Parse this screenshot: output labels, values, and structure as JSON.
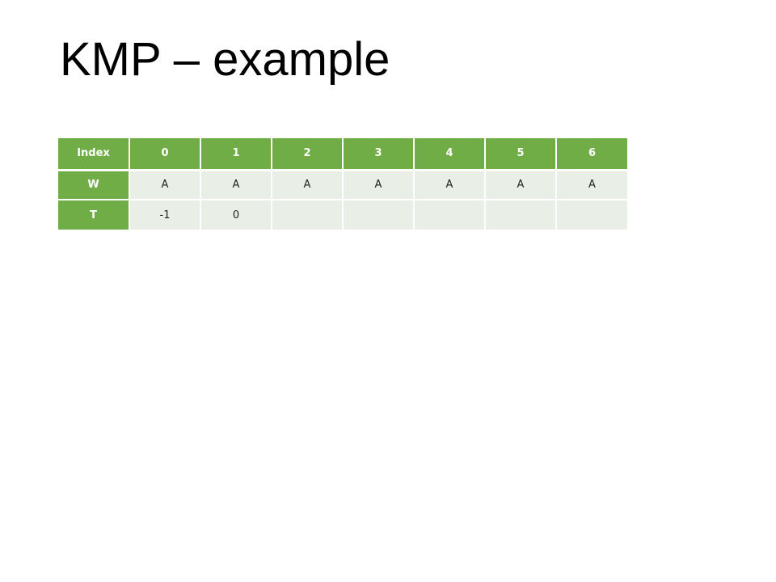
{
  "slide": {
    "title": "KMP – example"
  },
  "table": {
    "header": [
      "Index",
      "0",
      "1",
      "2",
      "3",
      "4",
      "5",
      "6"
    ],
    "rows": [
      {
        "label": "W",
        "cells": [
          "A",
          "A",
          "A",
          "A",
          "A",
          "A",
          "A"
        ]
      },
      {
        "label": "T",
        "cells": [
          "-1",
          "0",
          "",
          "",
          "",
          "",
          ""
        ]
      }
    ]
  },
  "colors": {
    "header_green": "#70ad47",
    "cell_light": "#e9efe6",
    "title_text": "#000000"
  }
}
